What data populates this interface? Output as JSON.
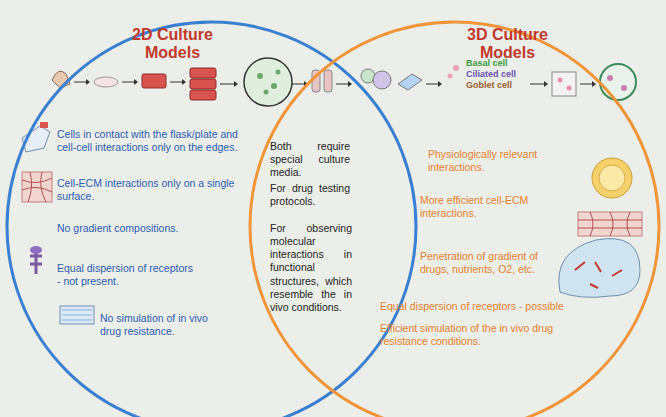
{
  "diagram": {
    "nodes": [
      {
        "text": [
          "2D Culture Models",
          "Cells in contact with the flask/plate and cell-cell interactions only on the edges.",
          "Cell-ECM interactions only on a single surface.",
          "No gradient compositions.",
          "Equal dispersion of receptors - not present.",
          "No simulation of in vivo drug resistance."
        ]
      },
      {
        "text": [
          "3D Culture Models",
          "Physiologically relevant interactions.",
          "More efficient cell-ECM interactions.",
          "Penetration of gradient of drugs, nutrients, O2, etc.",
          "Equal dispersion of receptors - possible",
          "Efficient simulation of the in vivo drug resistance conditions."
        ]
      }
    ],
    "labels": [
      "Both require special culture media.",
      "For drug testing protocols.",
      "For observing molecular interactions in functional structures, which resemble the in vivo conditions.",
      "Basal cell",
      "Ciliated cell",
      "Goblet cell"
    ]
  }
}
